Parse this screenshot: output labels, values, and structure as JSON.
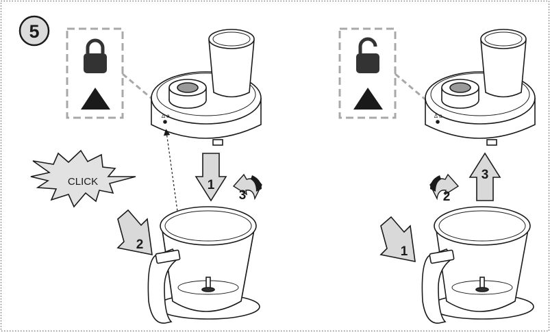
{
  "step_number": "5",
  "click_text": "CLICK",
  "assemble": {
    "lock_icon": "lock-closed-icon",
    "arrow_labels": [
      "1",
      "2",
      "3"
    ]
  },
  "disassemble": {
    "lock_icon": "lock-open-icon",
    "arrow_labels": [
      "1",
      "2",
      "3"
    ]
  },
  "colors": {
    "frame": "#555555",
    "dashed_box": "#a8a8a8",
    "arrow_fill": "#d9d9d9",
    "outline": "#1a1a1a",
    "icon": "#333333"
  }
}
